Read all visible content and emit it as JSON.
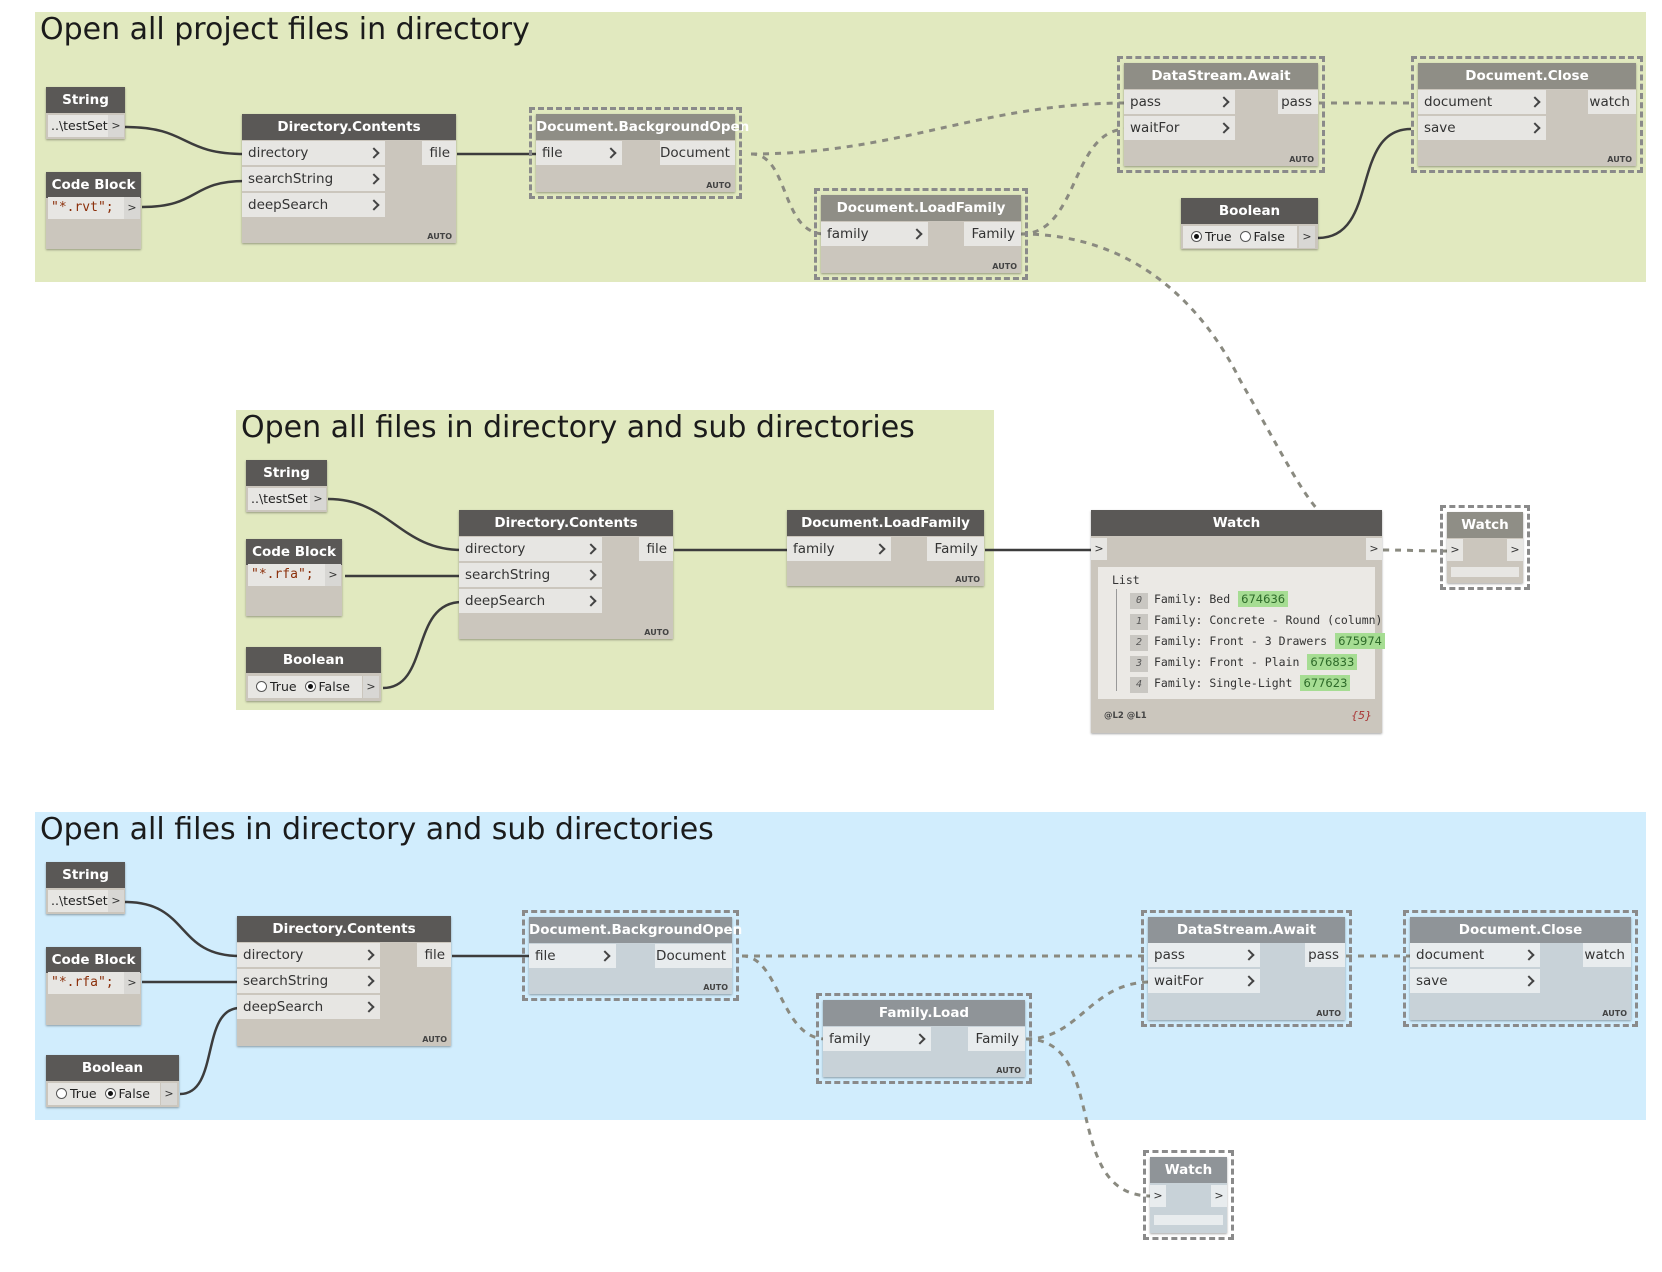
{
  "groups": [
    {
      "title": "Open all project files in directory",
      "color": "#e1e9bf"
    },
    {
      "title": "Open all files in directory and sub directories",
      "color": "#e1e9bf"
    },
    {
      "title": "Open all files in directory and sub directories",
      "color": "#d1edfd"
    }
  ],
  "labels": {
    "string": "String",
    "code_block": "Code Block",
    "boolean": "Boolean",
    "dir_contents": "Directory.Contents",
    "bg_open": "Document.BackgroundOpen",
    "load_family": "Document.LoadFamily",
    "ds_await": "DataStream.Await",
    "doc_close": "Document.Close",
    "family_load": "Family.Load",
    "watch": "Watch",
    "auto": "AUTO",
    "arrow": ">",
    "true": "True",
    "false": "False"
  },
  "ports": {
    "directory": "directory",
    "searchString": "searchString",
    "deepSearch": "deepSearch",
    "file": "file",
    "document_out": "Document",
    "family": "family",
    "family_out": "Family",
    "pass": "pass",
    "waitFor": "waitFor",
    "document": "document",
    "save": "save",
    "watch": "watch"
  },
  "values": {
    "path": "..\\testSet",
    "code_rvt": "\"*.rvt\";",
    "code_rfa": "\"*.rfa\";"
  },
  "watch": {
    "header": "List",
    "items": [
      {
        "index": "0",
        "text": "Family: Bed",
        "id": "674636"
      },
      {
        "index": "1",
        "text": "Family: Concrete - Round (column)",
        "id": ""
      },
      {
        "index": "2",
        "text": "Family: Front - 3 Drawers",
        "id": "675974"
      },
      {
        "index": "3",
        "text": "Family: Front - Plain",
        "id": "676833"
      },
      {
        "index": "4",
        "text": "Family: Single-Light",
        "id": "677623"
      }
    ],
    "levels": "@L2 @L1",
    "count": "{5}"
  },
  "colors": {
    "group_green": "#e1e9bf",
    "group_blue": "#d1edfd",
    "node_header": "#5a5856",
    "node_header_selected": "#8f8e86",
    "wire": "#3c3c3c",
    "wire_dashed": "#8a8a80",
    "watch_id_highlight": "#a6dd93"
  }
}
